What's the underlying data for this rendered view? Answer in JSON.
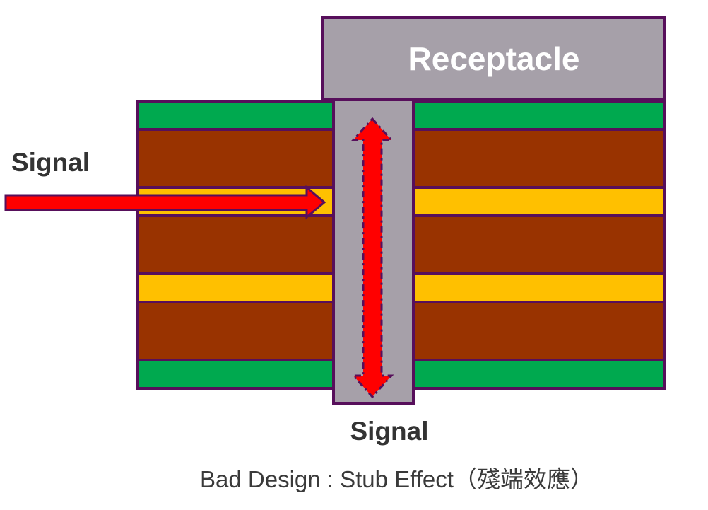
{
  "labels": {
    "receptacle": "Receptacle",
    "signal_left": "Signal",
    "signal_bottom": "Signal",
    "caption": "Bad Design : Stub Effect（殘端效應）"
  },
  "colors": {
    "border_purple": "#570F5B",
    "copper_green": "#00A94F",
    "dielectric_brown": "#993300",
    "signal_yellow": "#FFC000",
    "arrow_red": "#FF0000",
    "connector_gray": "#A6A0A9",
    "label_text": "#333333",
    "caption_text": "#3A3A3A",
    "receptacle_text": "#FFFFFF"
  },
  "diagram": {
    "type": "pcb-cross-section-stub-effect",
    "left_stackup": [
      {
        "name": "green-plane-top",
        "color": "green",
        "height": 36
      },
      {
        "name": "dielectric-1",
        "color": "brown",
        "height": 78
      },
      {
        "name": "signal-trace-layer",
        "color": "yellow",
        "height": 36
      },
      {
        "name": "dielectric-2",
        "color": "brown",
        "height": 78
      },
      {
        "name": "signal-layer-2",
        "color": "yellow",
        "height": 36
      },
      {
        "name": "dielectric-3",
        "color": "brown",
        "height": 78
      },
      {
        "name": "green-plane-bottom",
        "color": "green",
        "height": 36
      }
    ],
    "right_stackup": [
      {
        "name": "green-plane-top",
        "color": "green",
        "height": 36
      },
      {
        "name": "dielectric-1",
        "color": "brown",
        "height": 78
      },
      {
        "name": "signal-trace-layer",
        "color": "yellow",
        "height": 36
      },
      {
        "name": "dielectric-2",
        "color": "brown",
        "height": 78
      },
      {
        "name": "signal-layer-2",
        "color": "yellow",
        "height": 36
      },
      {
        "name": "dielectric-3",
        "color": "brown",
        "height": 78
      },
      {
        "name": "green-plane-bottom",
        "color": "green",
        "height": 36
      }
    ]
  }
}
